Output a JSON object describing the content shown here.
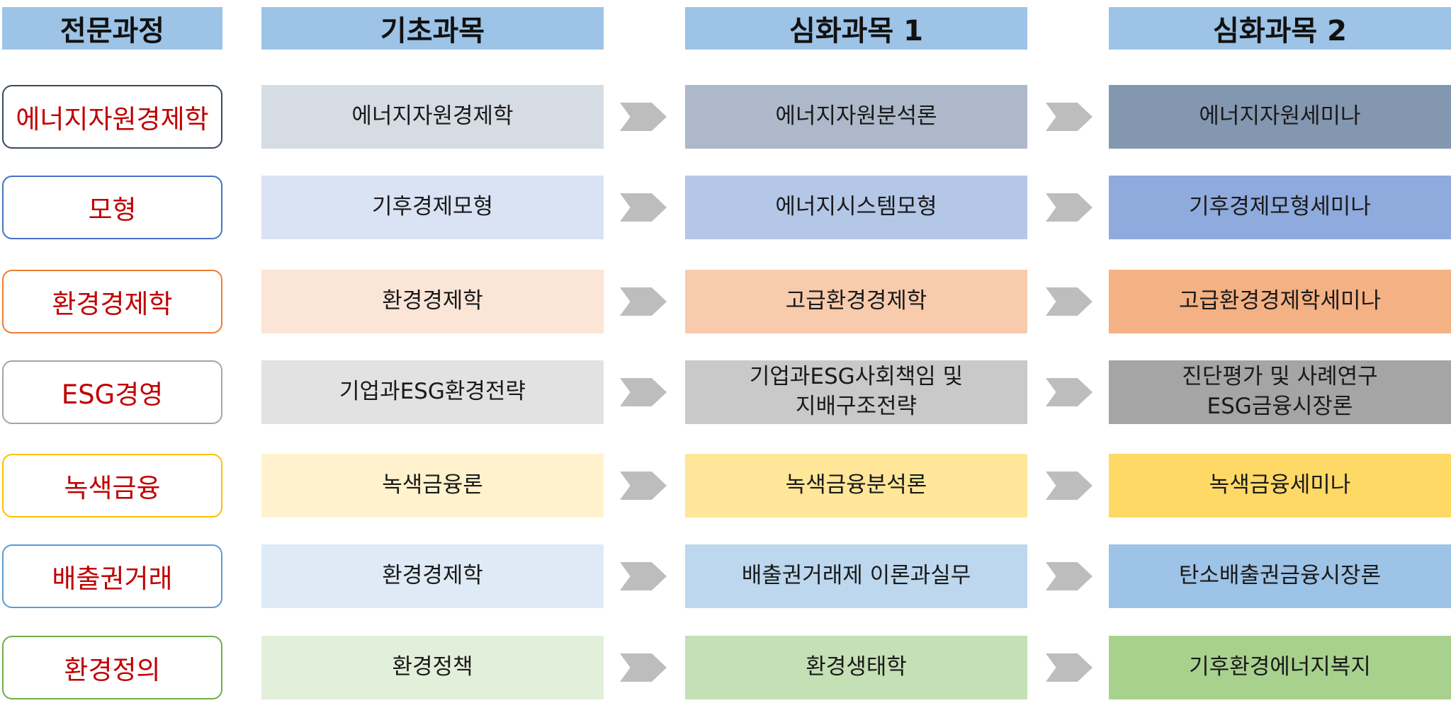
{
  "headers": {
    "track": "전문과정",
    "basic": "기초과목",
    "advanced1": "심화과목 1",
    "advanced2": "심화과목 2"
  },
  "colors": {
    "header_bg": "#9dc3e6",
    "arrow": "#bdbdbd",
    "track_text": "#c00000"
  },
  "rows": [
    {
      "track": "에너지자원경제학",
      "basic": "에너지자원경제학",
      "advanced1": "에너지자원분석론",
      "advanced2": "에너지자원세미나",
      "border": "#3a4a5c",
      "colors": [
        "#d6dce4",
        "#adb9ca",
        "#8497b0"
      ]
    },
    {
      "track": "모형",
      "basic": "기후경제모형",
      "advanced1": "에너지시스템모형",
      "advanced2": "기후경제모형세미나",
      "border": "#4472c4",
      "colors": [
        "#dae3f3",
        "#b4c7e7",
        "#8faadc"
      ]
    },
    {
      "track": "환경경제학",
      "basic": "환경경제학",
      "advanced1": "고급환경경제학",
      "advanced2": "고급환경경제학세미나",
      "border": "#ed7d31",
      "colors": [
        "#fbe5d6",
        "#f8cbad",
        "#f4b183"
      ]
    },
    {
      "track": "ESG경영",
      "basic": "기업과ESG환경전략",
      "advanced1": "기업과ESG사회책임 및\n지배구조전략",
      "advanced2": "진단평가 및 사례연구\nESG금융시장론",
      "border": "#a5a5a5",
      "colors": [
        "#e2e2e2",
        "#c9c9c9",
        "#a5a5a5"
      ]
    },
    {
      "track": "녹색금융",
      "basic": "녹색금융론",
      "advanced1": "녹색금융분석론",
      "advanced2": "녹색금융세미나",
      "border": "#ffc000",
      "colors": [
        "#fff2cc",
        "#ffe699",
        "#ffd966"
      ]
    },
    {
      "track": "배출권거래",
      "basic": "환경경제학",
      "advanced1": "배출권거래제 이론과실무",
      "advanced2": "탄소배출권금융시장론",
      "border": "#5b9bd5",
      "colors": [
        "#deebf7",
        "#bdd7ee",
        "#9dc3e6"
      ]
    },
    {
      "track": "환경정의",
      "basic": "환경정책",
      "advanced1": "환경생태학",
      "advanced2": "기후환경에너지복지",
      "border": "#70ad47",
      "colors": [
        "#e2efda",
        "#c5e0b4",
        "#a9d18e"
      ]
    }
  ]
}
